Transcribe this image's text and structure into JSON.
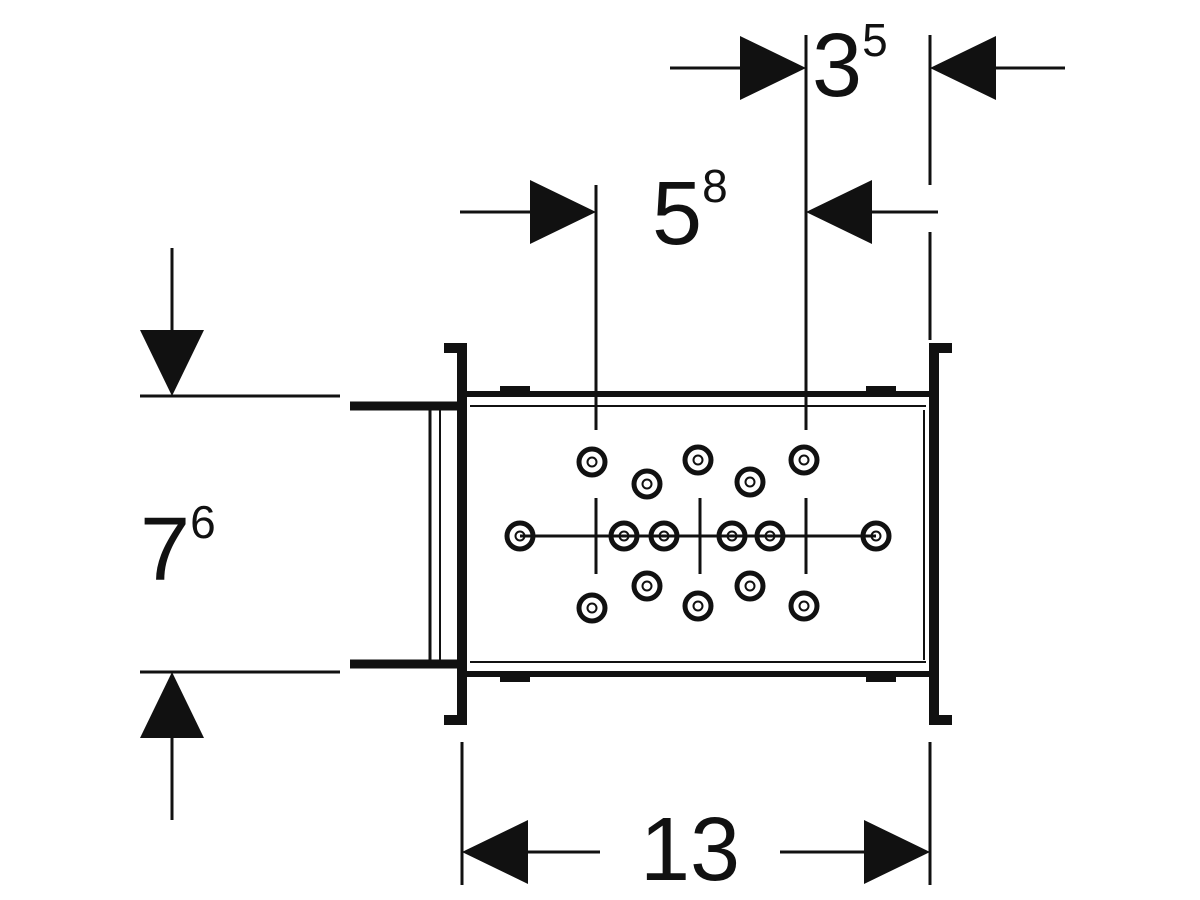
{
  "dimensions": {
    "top_right": {
      "main": "3",
      "sup": "5"
    },
    "top_mid": {
      "main": "5",
      "sup": "8"
    },
    "left_height": {
      "main": "7",
      "sup": "6"
    },
    "bottom_width": {
      "main": "13"
    }
  },
  "colors": {
    "ink": "#111111",
    "background": "#ffffff"
  }
}
